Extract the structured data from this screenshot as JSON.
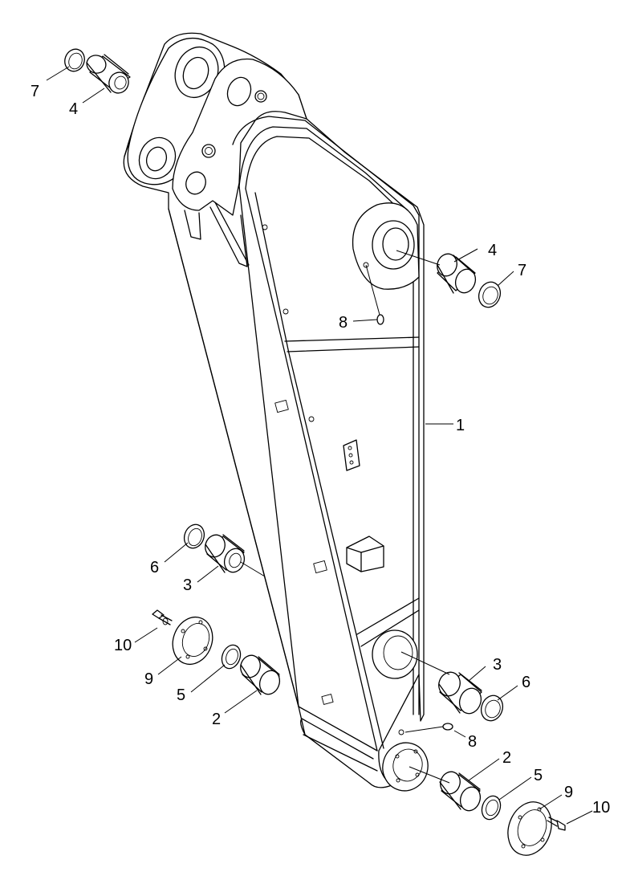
{
  "diagram": {
    "callouts": [
      {
        "id": "c7a",
        "label": "7"
      },
      {
        "id": "c4a",
        "label": "4"
      },
      {
        "id": "c4b",
        "label": "4"
      },
      {
        "id": "c7b",
        "label": "7"
      },
      {
        "id": "c8a",
        "label": "8"
      },
      {
        "id": "c1",
        "label": "1"
      },
      {
        "id": "c6a",
        "label": "6"
      },
      {
        "id": "c3a",
        "label": "3"
      },
      {
        "id": "c10a",
        "label": "10"
      },
      {
        "id": "c9a",
        "label": "9"
      },
      {
        "id": "c5a",
        "label": "5"
      },
      {
        "id": "c2a",
        "label": "2"
      },
      {
        "id": "c3b",
        "label": "3"
      },
      {
        "id": "c6b",
        "label": "6"
      },
      {
        "id": "c8b",
        "label": "8"
      },
      {
        "id": "c2b",
        "label": "2"
      },
      {
        "id": "c5b",
        "label": "5"
      },
      {
        "id": "c9b",
        "label": "9"
      },
      {
        "id": "c10b",
        "label": "10"
      }
    ]
  }
}
